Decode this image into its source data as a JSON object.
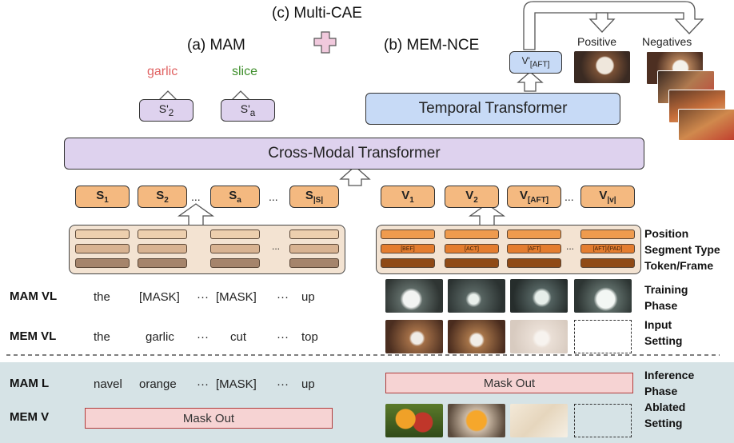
{
  "titles": {
    "multi_cae": "(c) Multi-CAE",
    "mam": "(a) MAM",
    "mem_nce": "(b) MEM-NCE"
  },
  "outputs": {
    "garlic": "garlic",
    "slice": "slice",
    "s2": "S'2",
    "sa": "S'a",
    "v_aft": "V'[AFT]"
  },
  "transformers": {
    "cross_modal": "Cross-Modal Transformer",
    "temporal": "Temporal Transformer"
  },
  "retrieval": {
    "positive": "Positive",
    "negatives": "Negatives"
  },
  "text_tokens": {
    "s1": "S1",
    "s2": "S2",
    "sa": "Sa",
    "s_last": "S|S|",
    "ellipsis": "..."
  },
  "video_tokens": {
    "v1": "V1",
    "v2": "V2",
    "v_aft": "V[AFT]",
    "v_last": "V|v|",
    "ellipsis": "..."
  },
  "embedding": {
    "ellipsis": "...",
    "segments": [
      "[BEF]",
      "[ACT]",
      "[AFT]",
      "[AFT]/[PAD]"
    ],
    "labels": [
      "Position",
      "Segment Type",
      "Token/Frame"
    ]
  },
  "rows": {
    "mam_vl": {
      "label": "MAM VL",
      "words": [
        "the",
        "[MASK]",
        "···",
        "[MASK]",
        "···",
        "up"
      ]
    },
    "mem_vl": {
      "label": "MEM VL",
      "words": [
        "the",
        "garlic",
        "···",
        "cut",
        "···",
        "top"
      ]
    },
    "mam_l": {
      "label": "MAM L",
      "words": [
        "navel",
        "orange",
        "···",
        "[MASK]",
        "···",
        "up"
      ]
    },
    "mem_v": {
      "label": "MEM V"
    }
  },
  "mask_out": "Mask Out",
  "side_labels": {
    "training": [
      "Training",
      "Phase",
      "Input",
      "Setting"
    ],
    "inference": [
      "Inference",
      "Phase",
      "Ablated",
      "Setting"
    ]
  },
  "colors": {
    "garlic_red": "#e06262",
    "slice_green": "#3f8f2c",
    "token_orange": "#f4b980",
    "purple": "#ded2ee",
    "blue": "#c7daf6",
    "mask_pink": "#f6d3d3",
    "inference_bg": "#d6e3e6"
  }
}
